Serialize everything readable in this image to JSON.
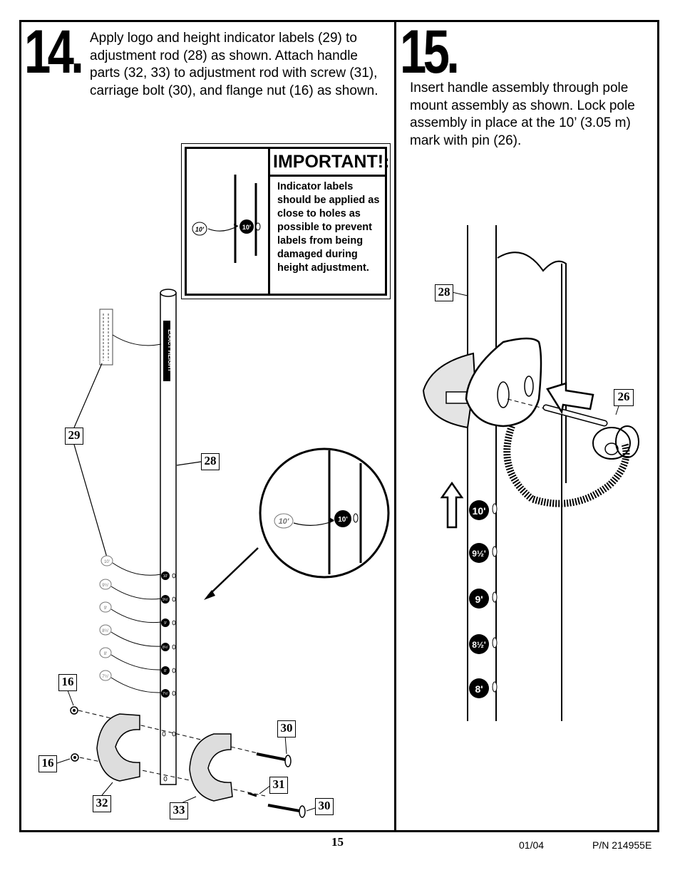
{
  "page": {
    "page_number": "15",
    "date": "01/04",
    "part_number": "P/N 214955E"
  },
  "step14": {
    "number": "14.",
    "text": "Apply logo and height indicator labels (29) to adjustment rod (28) as shown.  Attach handle parts (32, 33) to adjustment rod with screw (31), carriage bolt (30), and flange nut (16) as shown.",
    "important_title": "IMPORTANT!:",
    "important_text": "Indicator labels should be applied as close to holes as possible to prevent labels from being damaged during height adjustment.",
    "label_sample": "10'",
    "pole_text": "EXACT HEIGHT",
    "rod_labels": [
      "10'",
      "9½'",
      "9'",
      "8½'",
      "8'",
      "7½'"
    ],
    "callouts": {
      "c29": "29",
      "c28": "28",
      "c16a": "16",
      "c16b": "16",
      "c30a": "30",
      "c31": "31",
      "c30b": "30",
      "c32": "32",
      "c33": "33"
    }
  },
  "step15": {
    "number": "15.",
    "text": "Insert handle assembly through pole mount assembly as shown.  Lock pole assembly in place at the 10’ (3.05 m) mark with pin (26).",
    "callouts": {
      "c28": "28",
      "c26": "26"
    },
    "height_marks": [
      "10'",
      "9½'",
      "9'",
      "8½'",
      "8'"
    ]
  }
}
